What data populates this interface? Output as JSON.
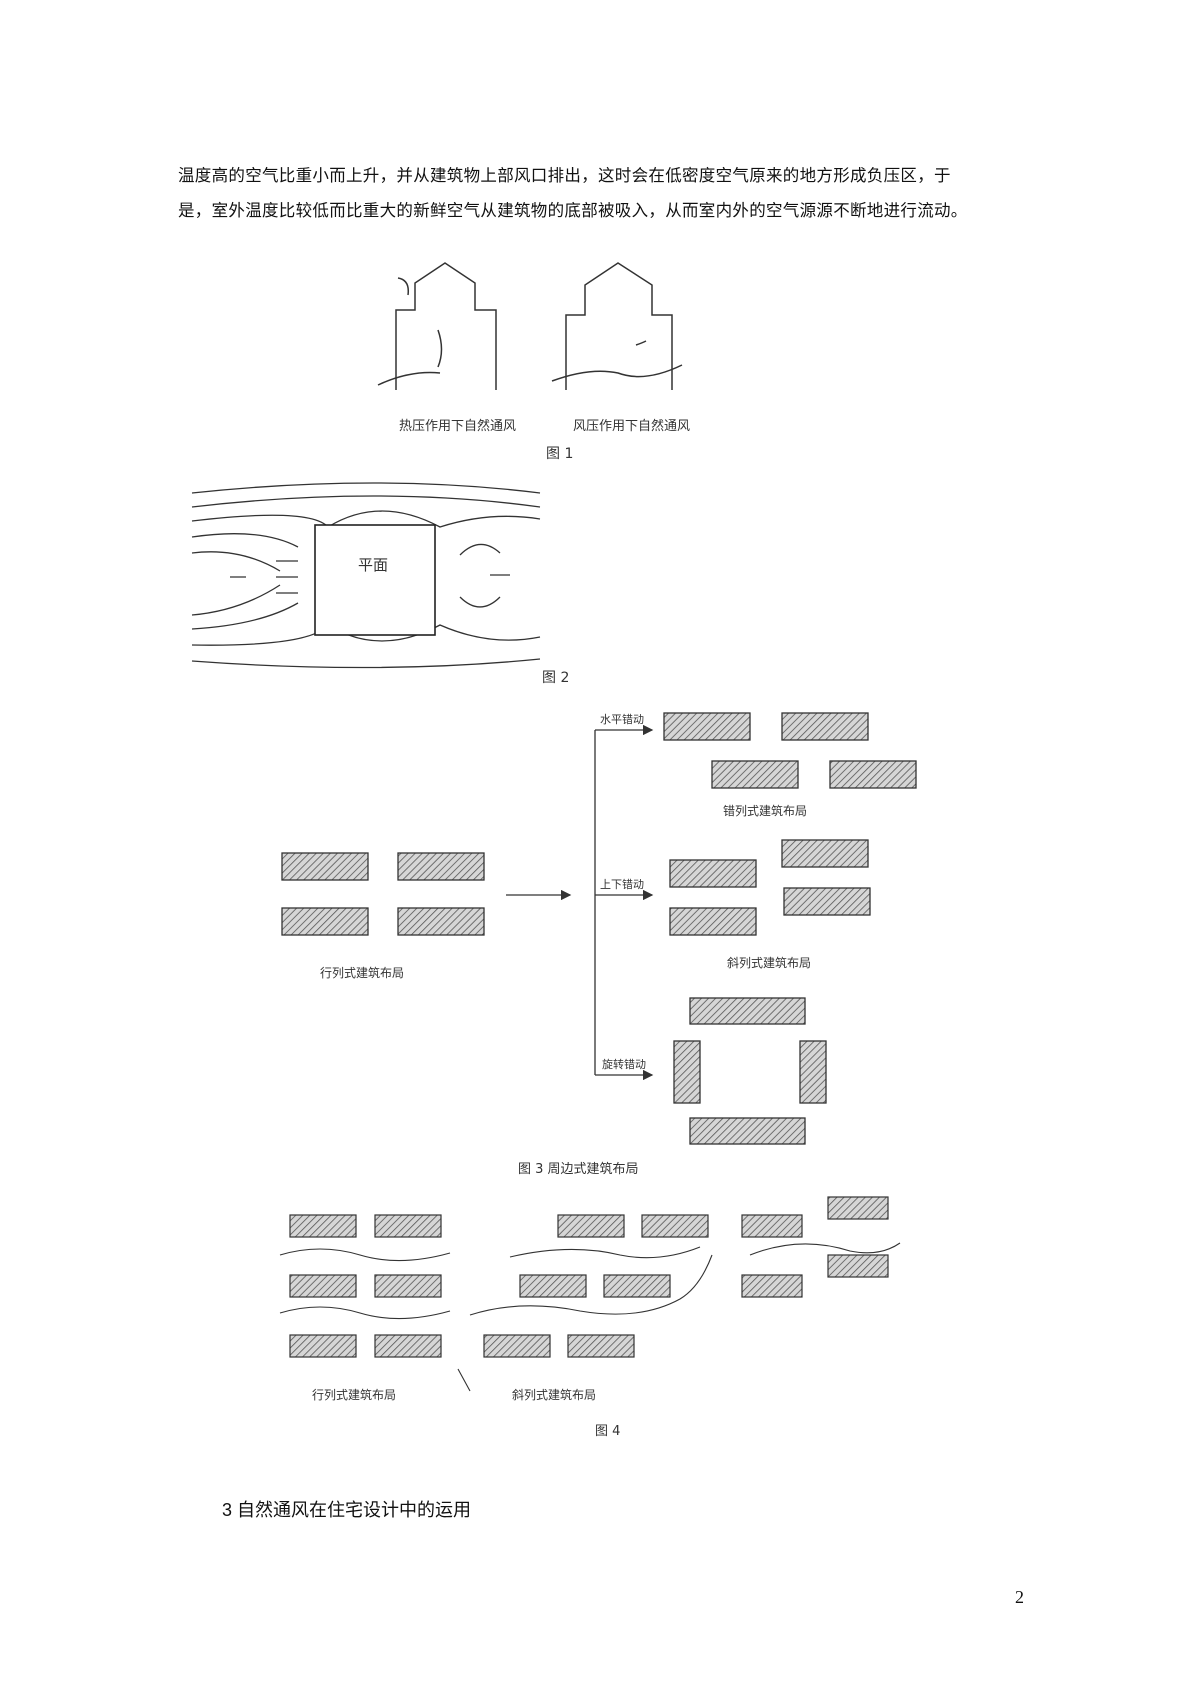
{
  "paragraph": {
    "line1": "温度高的空气比重小而上升，并从建筑物上部风口排出，这时会在低密度空气原来的地方形成负压区，于",
    "line2": "是，室外温度比较低而比重大的新鲜空气从建筑物的底部被吸入，从而室内外的空气源源不断地进行流动。"
  },
  "figure1": {
    "left_caption": "热压作用下自然通风",
    "right_caption": "风压作用下自然通风",
    "caption": "图 1"
  },
  "figure2": {
    "plan_label": "平面",
    "caption": "图 2"
  },
  "figure3": {
    "source_caption": "行列式建筑布局",
    "branch1_label": "水平错动",
    "branch1_caption": "错列式建筑布局",
    "branch2_label": "上下错动",
    "branch2_caption": "斜列式建筑布局",
    "branch3_label": "旋转错动",
    "caption": "图 3   周边式建筑布局"
  },
  "figure4": {
    "left_caption": "行列式建筑布局",
    "right_caption": "斜列式建筑布局",
    "caption": "图 4"
  },
  "section_heading": "3 自然通风在住宅设计中的运用",
  "page_number": "2"
}
